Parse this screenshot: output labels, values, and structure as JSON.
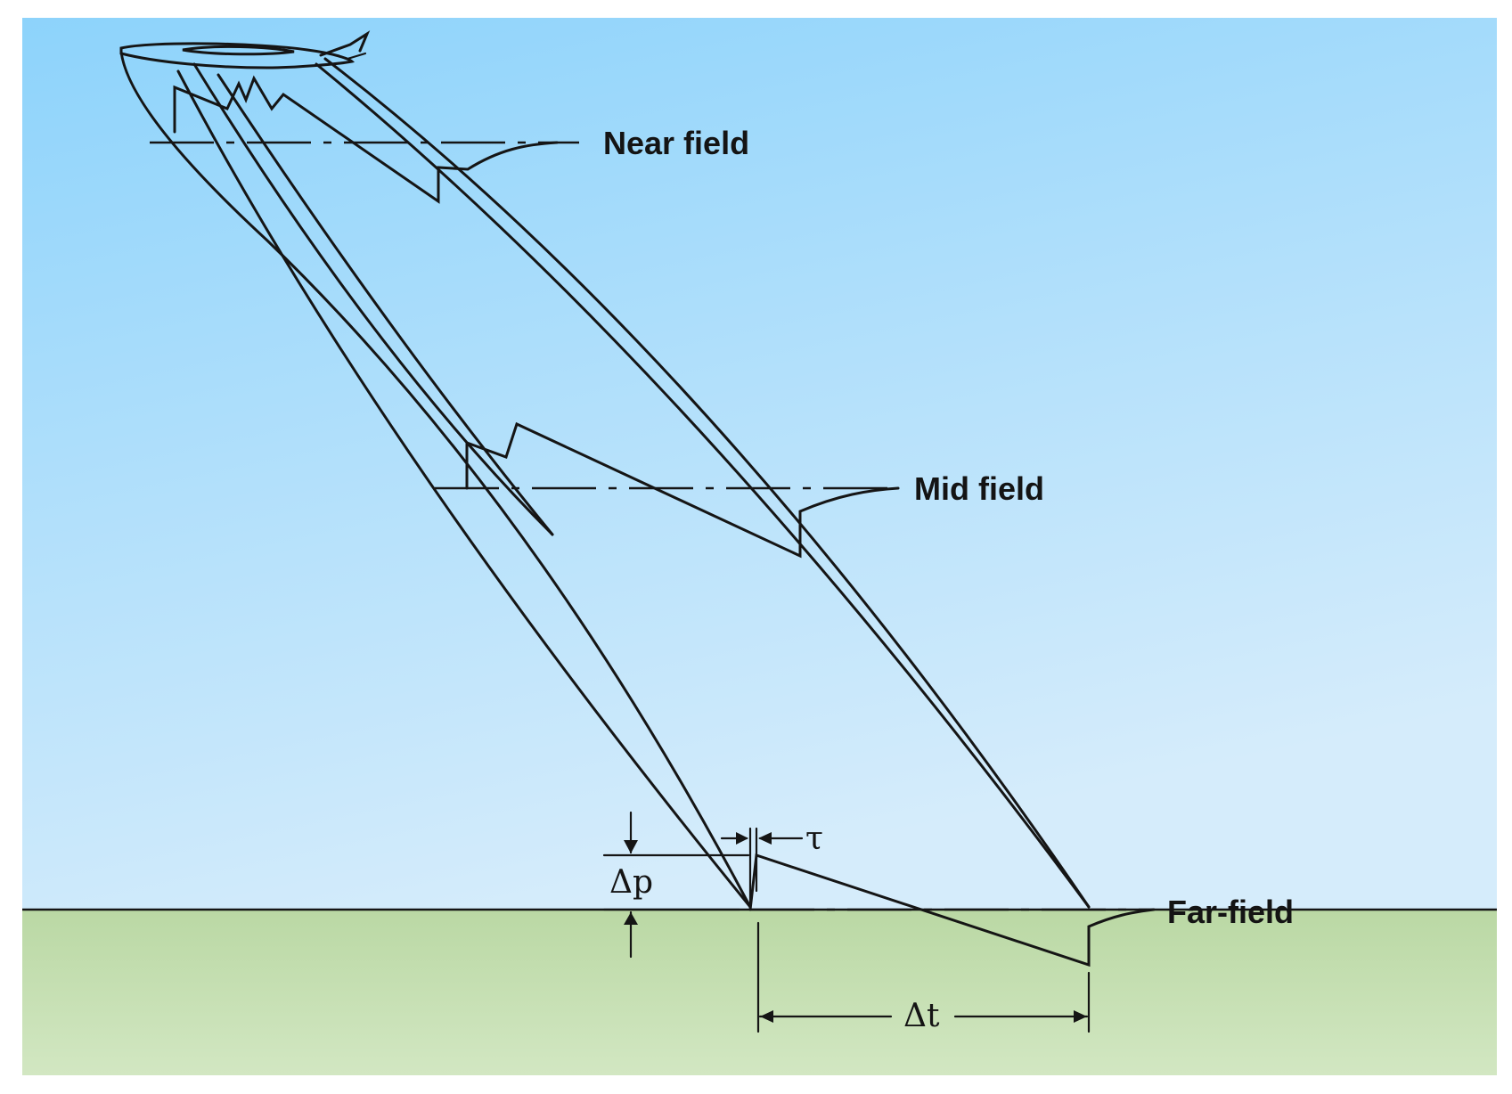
{
  "labels": {
    "near_field": "Near field",
    "mid_field": "Mid field",
    "far_field": "Far-field",
    "delta_p": "Δp",
    "delta_t": "Δt",
    "tau": "τ"
  },
  "colors": {
    "sky_top": "#8dd3fb",
    "sky_bottom": "#d5ecfb",
    "ground_top": "#bad8a4",
    "ground_bottom": "#d2e7c2",
    "line": "#151515"
  }
}
